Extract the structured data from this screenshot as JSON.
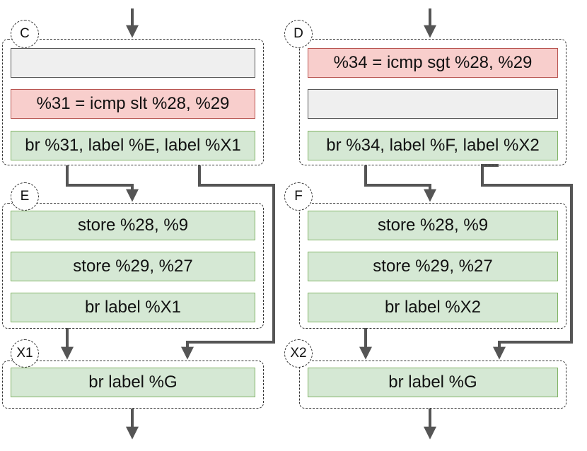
{
  "colors": {
    "green_fill": "#d5e8d4",
    "green_border": "#82b366",
    "red_fill": "#f8cecc",
    "red_border": "#b85450",
    "empty_fill": "#efefef",
    "edge": "#555555"
  },
  "blocks": {
    "C": {
      "label": "C",
      "instructions": [
        "",
        "%31 = icmp slt %28, %29",
        "br %31, label %E, label %X1"
      ]
    },
    "D": {
      "label": "D",
      "instructions": [
        "%34 = icmp sgt %28, %29",
        "",
        "br %34, label %F, label %X2"
      ]
    },
    "E": {
      "label": "E",
      "instructions": [
        "store %28, %9",
        "store %29, %27",
        "br label %X1"
      ]
    },
    "F": {
      "label": "F",
      "instructions": [
        "store %28, %9",
        "store %29, %27",
        "br label %X2"
      ]
    },
    "X1": {
      "label": "X1",
      "instructions": [
        "br label %G"
      ]
    },
    "X2": {
      "label": "X2",
      "instructions": [
        "br label %G"
      ]
    }
  }
}
